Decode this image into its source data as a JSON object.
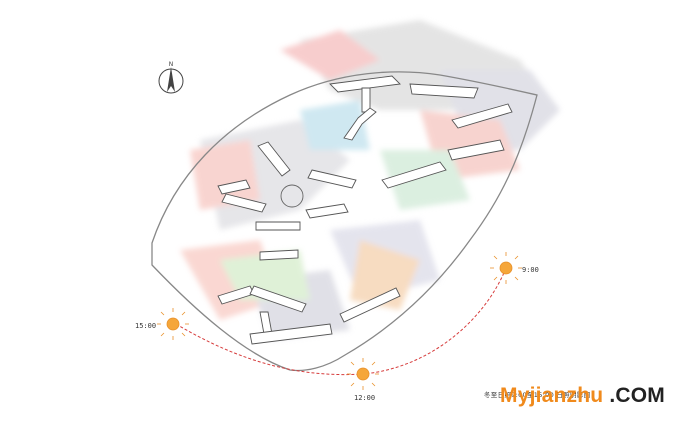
{
  "suns": [
    {
      "id": "sun-9",
      "time": "9:00"
    },
    {
      "id": "sun-12",
      "time": "12:00"
    },
    {
      "id": "sun-15",
      "time": "15:00"
    }
  ],
  "north_label": "N",
  "caption": "冬至日照9:00至15:00 日照阴影图",
  "watermark": {
    "part1": "Myjianzhu",
    "part2": ".COM"
  },
  "colors": {
    "sun": "#f5a63a",
    "sun_ray": "#e8902a",
    "path": "#d63b3b",
    "site": "#888888"
  }
}
